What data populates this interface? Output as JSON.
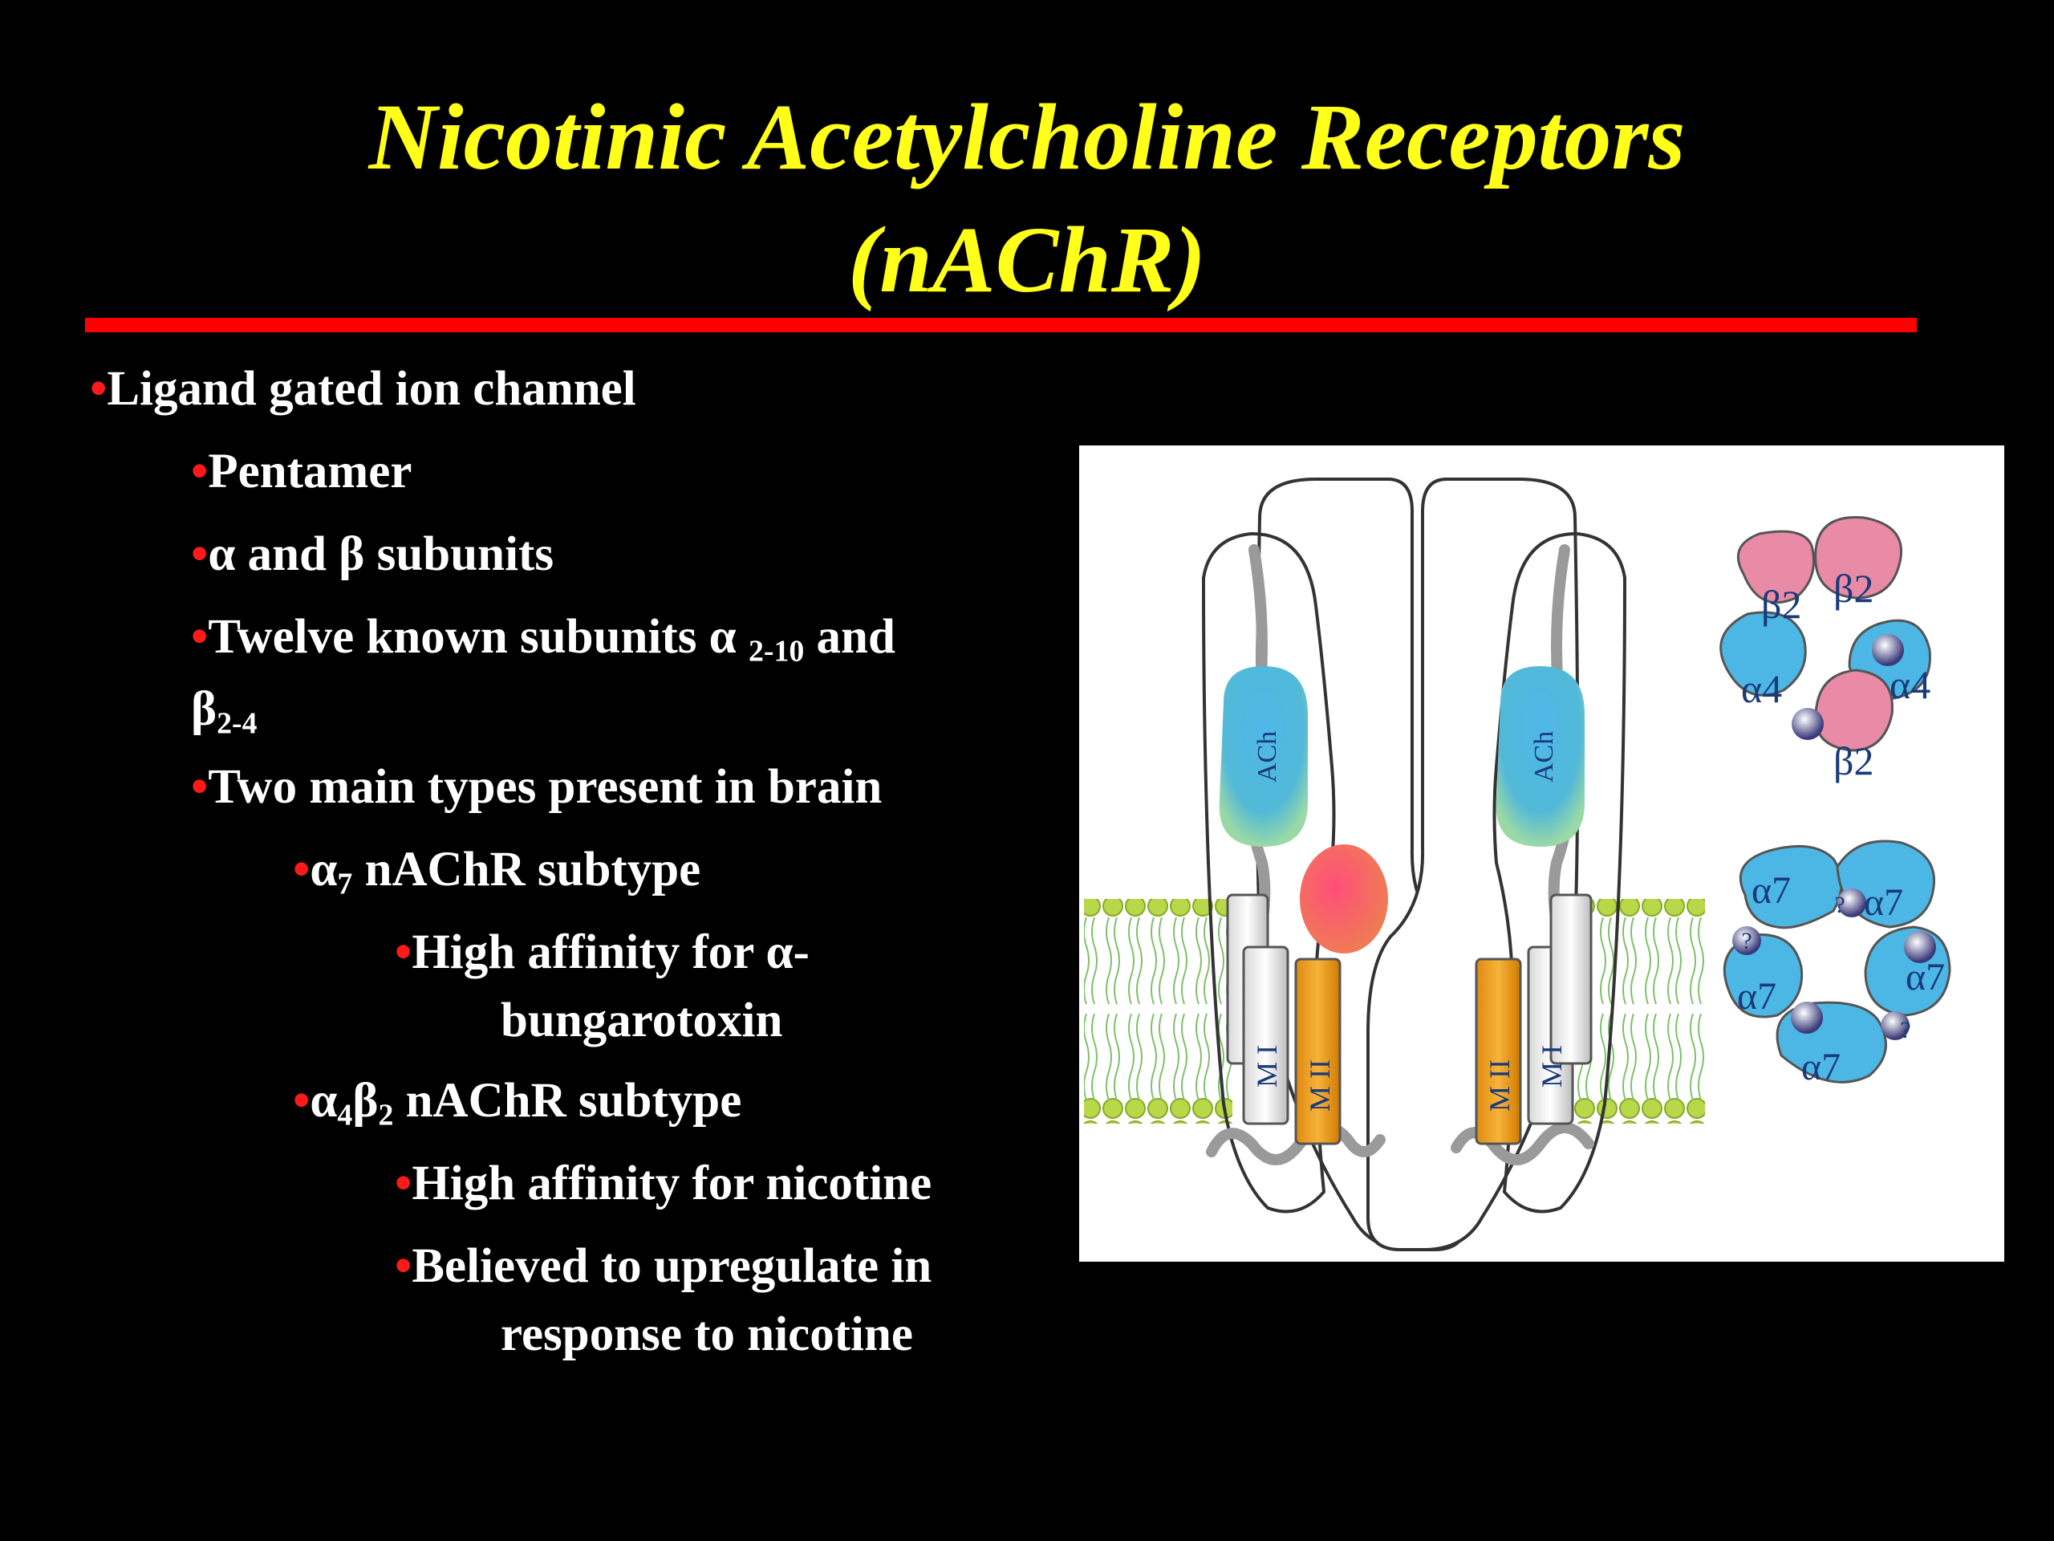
{
  "slide": {
    "title_line1": "Nicotinic Acetylcholine Receptors",
    "title_line2": "(nAChR)",
    "bullet_glyph": "•",
    "bullets": [
      {
        "text": "Ligand gated ion channel"
      },
      {
        "text": "Pentamer"
      },
      {
        "text": "α and β subunits"
      },
      {
        "text_a": "Twelve known subunits α ",
        "sub_a": "2-10",
        "text_b": " and",
        "text_c": "β",
        "sub_c": "2-4"
      },
      {
        "text": "Two main types present in brain"
      },
      {
        "text_a": "α",
        "sub_a": "7",
        "text_b": " nAChR subtype"
      },
      {
        "text_line1": "High affinity for α-",
        "text_line2": "bungarotoxin"
      },
      {
        "text_a": "α",
        "sub_a": "4",
        "text_b": "β",
        "sub_b": "2",
        "text_c": " nAChR subtype"
      },
      {
        "text": "High affinity for nicotine"
      },
      {
        "text_line1": "Believed to upregulate in",
        "text_line2": "response to nicotine"
      }
    ]
  },
  "colors": {
    "title": "#ffff1a",
    "rule": "#ff0000",
    "bullet_dot": "#ff1a1a",
    "text": "#ffffff",
    "background": "#000000"
  },
  "diagram": {
    "ach_label": "ACh",
    "helix_m1": "M I",
    "helix_m2": "M II",
    "a4b2_labels": [
      "β2",
      "β2",
      "α4",
      "α4",
      "β2"
    ],
    "a7_labels": [
      "α7",
      "α7",
      "α7",
      "α7",
      "α7"
    ],
    "unknown_site": "?"
  }
}
